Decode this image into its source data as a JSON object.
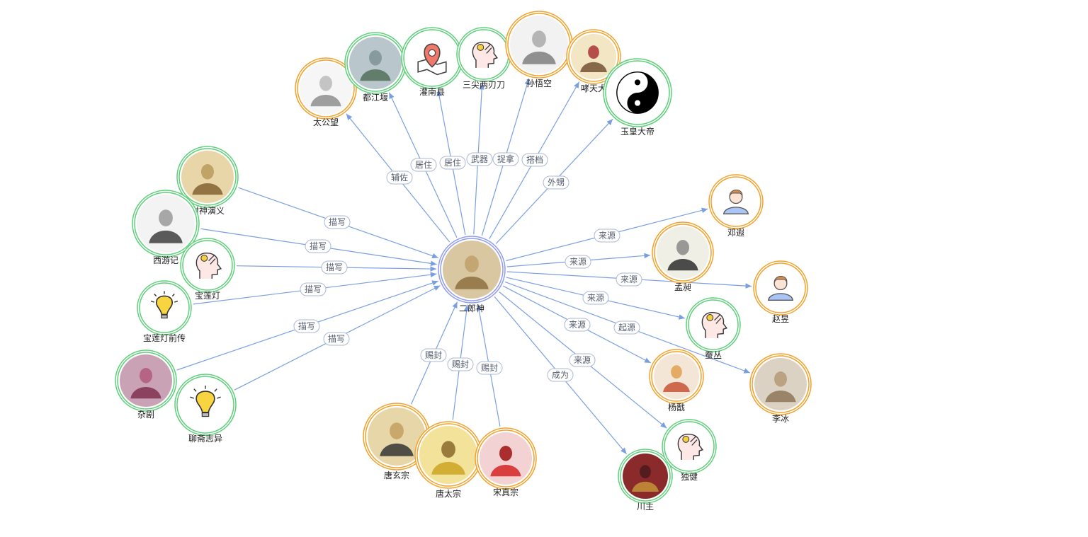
{
  "colors": {
    "edge": "#7a9fe0",
    "ring_orange": "#f3a12b",
    "ring_green": "#5ed07a",
    "ring_blue": "#8f9cf0",
    "icon_bg": "#f0f0f3"
  },
  "center": {
    "id": "erlang",
    "name": "二郎神",
    "icon": "deity-portrait"
  },
  "nodes": [
    {
      "id": "taigongwang",
      "name": "太公望",
      "ring": "orange",
      "icon": "sage-sketch"
    },
    {
      "id": "dujiangyan",
      "name": "都江堰",
      "ring": "green",
      "icon": "landscape-photo"
    },
    {
      "id": "guannanxian",
      "name": "灌南县",
      "ring": "green",
      "icon": "map-pin-icon"
    },
    {
      "id": "sanjian",
      "name": "三尖两刃刀",
      "ring": "green",
      "icon": "idea-head-icon"
    },
    {
      "id": "sunwukong",
      "name": "孙悟空",
      "ring": "orange",
      "icon": "monkey-sketch"
    },
    {
      "id": "xiaotianquan",
      "name": "哮天犬",
      "ring": "orange",
      "icon": "dog-rider-art"
    },
    {
      "id": "yuhuang",
      "name": "玉皇大帝",
      "ring": "green",
      "icon": "yin-yang-icon"
    },
    {
      "id": "fengshen",
      "name": "封神演义",
      "ring": "green",
      "icon": "book-illustration"
    },
    {
      "id": "xiyouji",
      "name": "西游记",
      "ring": "green",
      "icon": "book-text-page"
    },
    {
      "id": "baoliandeng",
      "name": "宝莲灯",
      "ring": "green",
      "icon": "idea-head-icon"
    },
    {
      "id": "baoliandengqianzhuan",
      "name": "宝莲灯前传",
      "ring": "green",
      "icon": "lightbulb-icon"
    },
    {
      "id": "zaju",
      "name": "杂剧",
      "ring": "green",
      "icon": "opera-photo"
    },
    {
      "id": "liaozhai",
      "name": "聊斋志异",
      "ring": "green",
      "icon": "lightbulb-icon"
    },
    {
      "id": "tangxuanzong",
      "name": "唐玄宗",
      "ring": "orange",
      "icon": "emperor-portrait"
    },
    {
      "id": "tangtaizong",
      "name": "唐太宗",
      "ring": "orange",
      "icon": "emperor-yellow-portrait"
    },
    {
      "id": "songzhenzong",
      "name": "宋真宗",
      "ring": "orange",
      "icon": "emperor-red-portrait"
    },
    {
      "id": "chuanzhu",
      "name": "川主",
      "ring": "green",
      "icon": "temple-photo"
    },
    {
      "id": "dujian",
      "name": "独健",
      "ring": "green",
      "icon": "idea-head-icon"
    },
    {
      "id": "yangjian",
      "name": "杨戬",
      "ring": "orange",
      "icon": "warrior-art"
    },
    {
      "id": "canchong",
      "name": "蚕丛",
      "ring": "green",
      "icon": "idea-head-icon"
    },
    {
      "id": "libing",
      "name": "李冰",
      "ring": "orange",
      "icon": "statue-photo"
    },
    {
      "id": "zhaoyu",
      "name": "赵昱",
      "ring": "orange",
      "icon": "person-avatar-icon"
    },
    {
      "id": "mengchang",
      "name": "孟昶",
      "ring": "orange",
      "icon": "scholar-sketch"
    },
    {
      "id": "dengxia",
      "name": "邓遐",
      "ring": "orange",
      "icon": "person-avatar-icon"
    }
  ],
  "edges": [
    {
      "from": "erlang",
      "to": "taigongwang",
      "label": "辅佐"
    },
    {
      "from": "erlang",
      "to": "dujiangyan",
      "label": "居住"
    },
    {
      "from": "erlang",
      "to": "guannanxian",
      "label": "居住"
    },
    {
      "from": "erlang",
      "to": "sanjian",
      "label": "武器"
    },
    {
      "from": "erlang",
      "to": "sunwukong",
      "label": "捉拿"
    },
    {
      "from": "erlang",
      "to": "xiaotianquan",
      "label": "搭档"
    },
    {
      "from": "erlang",
      "to": "yuhuang",
      "label": "外甥"
    },
    {
      "from": "fengshen",
      "to": "erlang",
      "label": "描写"
    },
    {
      "from": "xiyouji",
      "to": "erlang",
      "label": "描写"
    },
    {
      "from": "baoliandeng",
      "to": "erlang",
      "label": "描写"
    },
    {
      "from": "baoliandengqianzhuan",
      "to": "erlang",
      "label": "描写"
    },
    {
      "from": "zaju",
      "to": "erlang",
      "label": "描写"
    },
    {
      "from": "liaozhai",
      "to": "erlang",
      "label": "描写"
    },
    {
      "from": "tangxuanzong",
      "to": "erlang",
      "label": "赐封"
    },
    {
      "from": "tangtaizong",
      "to": "erlang",
      "label": "赐封"
    },
    {
      "from": "songzhenzong",
      "to": "erlang",
      "label": "赐封"
    },
    {
      "from": "erlang",
      "to": "chuanzhu",
      "label": "成为"
    },
    {
      "from": "erlang",
      "to": "dujian",
      "label": "来源"
    },
    {
      "from": "erlang",
      "to": "yangjian",
      "label": "来源"
    },
    {
      "from": "erlang",
      "to": "canchong",
      "label": "来源"
    },
    {
      "from": "erlang",
      "to": "libing",
      "label": "起源"
    },
    {
      "from": "erlang",
      "to": "zhaoyu",
      "label": "来源"
    },
    {
      "from": "erlang",
      "to": "mengchang",
      "label": "来源"
    },
    {
      "from": "erlang",
      "to": "dengxia",
      "label": "来源"
    }
  ]
}
